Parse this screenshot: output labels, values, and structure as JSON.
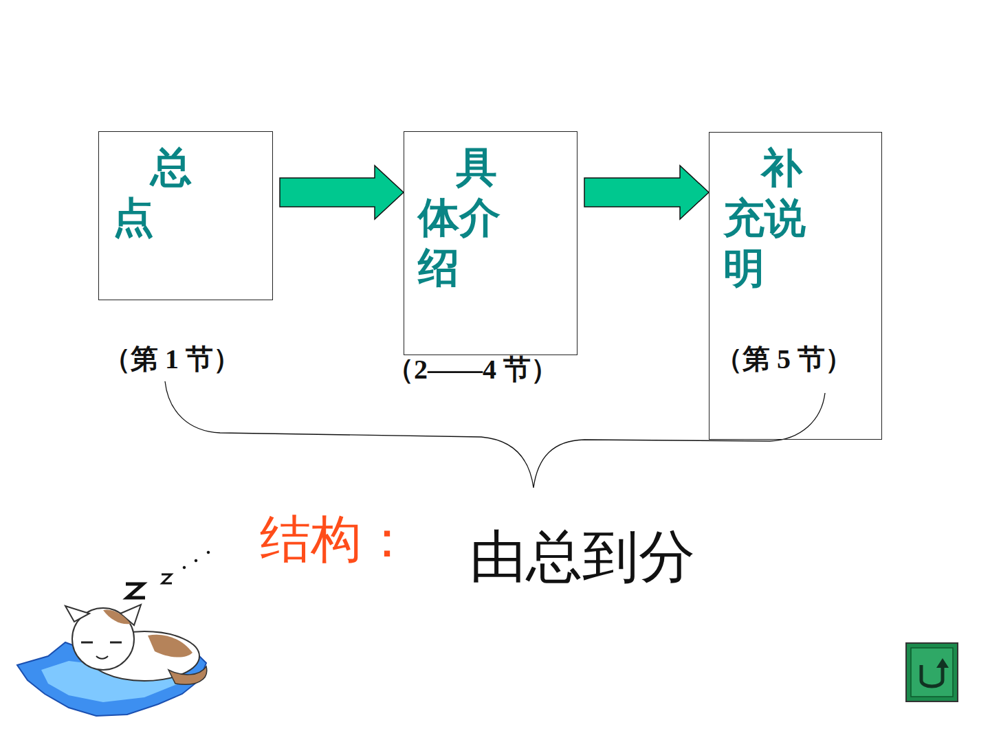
{
  "diagram": {
    "nodes": [
      {
        "text": [
          "总点"
        ]
      },
      {
        "text": [
          "具体介绍"
        ]
      },
      {
        "text": [
          "补充说明"
        ]
      }
    ],
    "edges": [
      {
        "from": 0,
        "to": 1,
        "arrow": "to"
      },
      {
        "from": 1,
        "to": 2,
        "arrow": "to"
      }
    ],
    "labels": [
      "（第 1 节）",
      "（2——4 节）",
      "（第 5 节）",
      "结构：",
      "由总到分"
    ]
  }
}
